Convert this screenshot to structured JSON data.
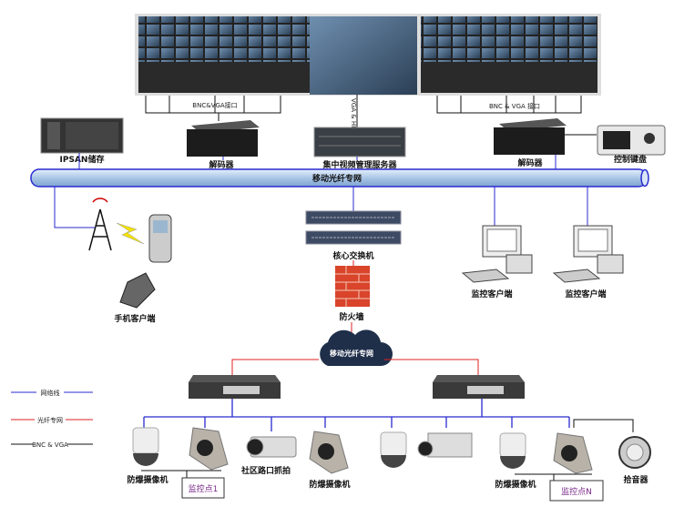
{
  "video_wall": {
    "left_interface": "BNC&VGA接口",
    "center_interface": "VGA & HDMI接口",
    "right_interface": "BNC & VGA 接口"
  },
  "devices": {
    "storage": "IPSAN储存",
    "decoder_left": "解码器",
    "server": "集中视频管理服务器",
    "decoder_right": "解码器",
    "keyboard": "控制键盘",
    "backbone": "移动光纤专网",
    "mobile_client": "手机客户端",
    "core_switch": "核心交换机",
    "firewall": "防火墙",
    "cloud": "移动光纤专网",
    "pc_client_1": "监控客户端",
    "pc_client_2": "监控客户端"
  },
  "legend": [
    {
      "label": "网络线",
      "color": "#2a2ad0"
    },
    {
      "label": "光纤专网",
      "color": "#e02020"
    },
    {
      "label": "BNC & VGA",
      "color": "#111111"
    }
  ],
  "cameras": {
    "explosion_proof_1": "防爆摄像机",
    "intersection": "社区路口抓拍",
    "explosion_proof_2": "防爆摄像机",
    "explosion_proof_3": "防爆摄像机",
    "microphone": "拾音器"
  },
  "sites": {
    "site_1": "监控点1",
    "site_n": "监控点N"
  }
}
